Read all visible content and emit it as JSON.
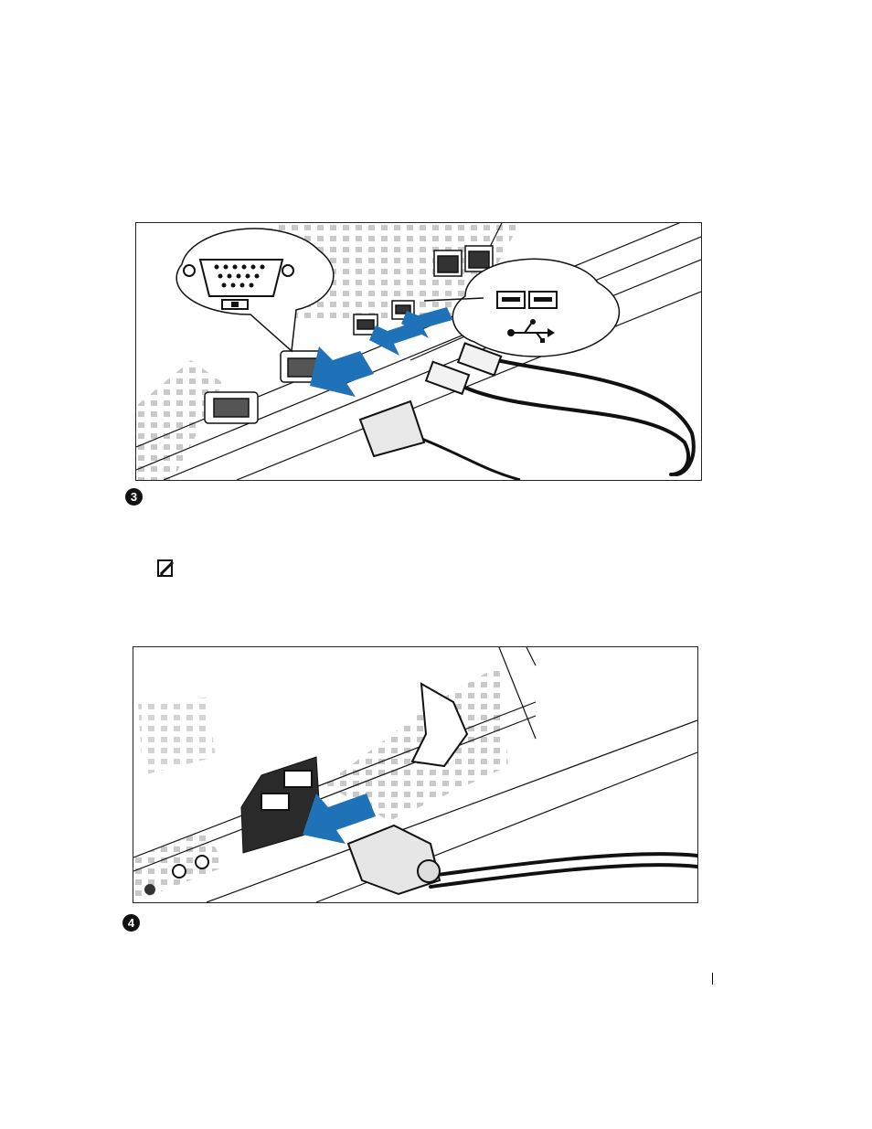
{
  "figures": [
    {
      "id": "figure-connect-keyboard-mouse-monitor",
      "callouts": [
        "vga-connector",
        "usb-connector"
      ]
    },
    {
      "id": "figure-connect-power-cable"
    }
  ],
  "steps": [
    {
      "number": "3"
    },
    {
      "number": "4"
    }
  ],
  "note": {
    "icon": "note-pencil-icon"
  },
  "colors": {
    "arrow": "#1f72b8",
    "line": "#111111",
    "hatch": "#bfbfbf",
    "port": "#2a2a2a"
  }
}
